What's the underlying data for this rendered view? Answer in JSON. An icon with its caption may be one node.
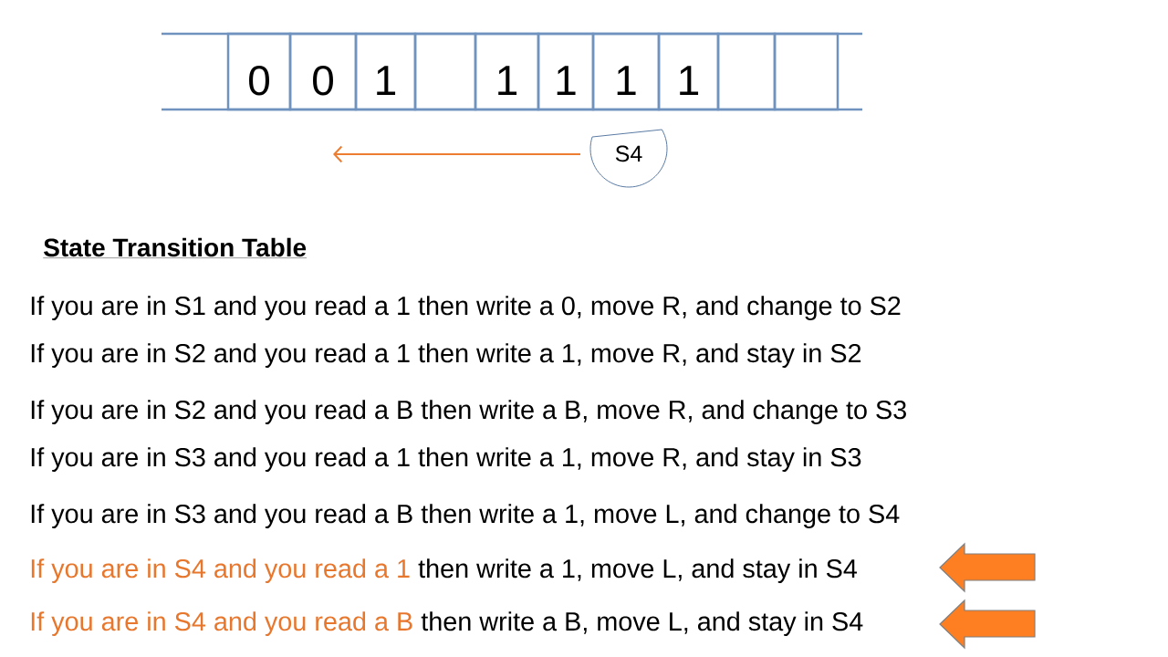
{
  "diagram": {
    "nodes": [
      {
        "text": [
          "0"
        ]
      },
      {
        "text": [
          "0"
        ]
      },
      {
        "text": [
          "1"
        ]
      },
      {
        "text": [],
        "shape": "box"
      },
      {
        "text": [
          "1"
        ]
      },
      {
        "text": [
          "1"
        ]
      },
      {
        "text": [
          "1"
        ]
      },
      {
        "text": [
          "1"
        ]
      },
      {
        "text": [],
        "shape": "box"
      },
      {
        "text": [],
        "shape": "box"
      },
      {
        "text": [
          "S4"
        ]
      }
    ],
    "labels": [
      "State Transition Table",
      "If you are in S1 and you read a 1 then write a 0, move R, and change to S2",
      "If you are in S2 and you read a 1 then write a 1, move R, and stay in S2",
      "If you are in S2 and you read a B then write a B, move R, and change to S3",
      "If you are in S3 and you read a 1 then write a 1, move R, and stay in S3",
      "If you are in S3 and you read a B then write a 1, move L, and change to S4",
      "If you are in S4 and you read a 1",
      "then write a 1, move L, and stay in S4",
      "If you are in S4 and you read a B",
      "then write a B, move L, and stay in S4"
    ]
  }
}
